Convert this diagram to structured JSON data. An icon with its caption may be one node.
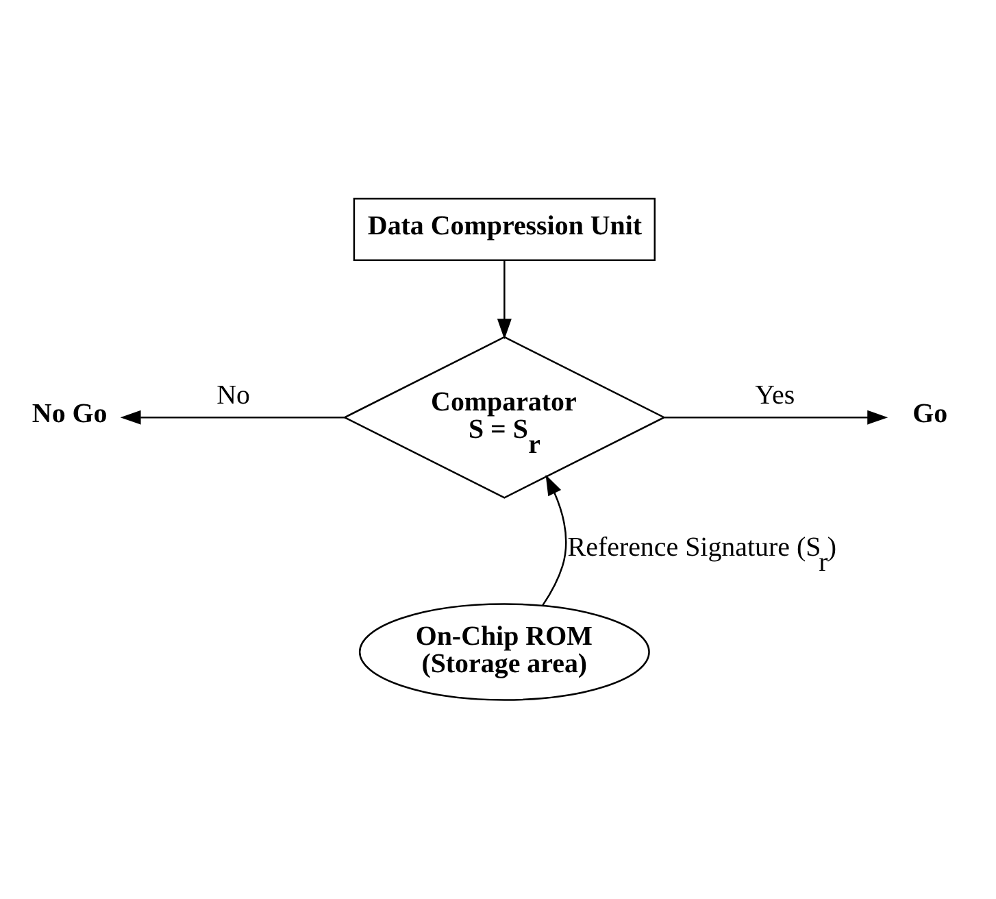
{
  "diagram": {
    "nodes": [
      {
        "text": [
          "Data Compression Unit"
        ]
      },
      {
        "text": [
          "Comparator",
          "S = S$_{r}$"
        ]
      },
      {
        "text": [
          "No Go"
        ]
      },
      {
        "text": [
          "Go"
        ]
      },
      {
        "text": [
          "On-Chip ROM",
          "(Storage area)"
        ]
      }
    ],
    "edges": [
      {
        "from": 0,
        "to": 1,
        "arrow": "to"
      },
      {
        "from": 1,
        "to": 2,
        "arrow": "to",
        "label": "No"
      },
      {
        "from": 1,
        "to": 3,
        "arrow": "to",
        "label": "Yes"
      },
      {
        "from": 4,
        "to": 1,
        "arrow": "to",
        "label": "Reference Signature (S$_{r}$)"
      }
    ]
  }
}
